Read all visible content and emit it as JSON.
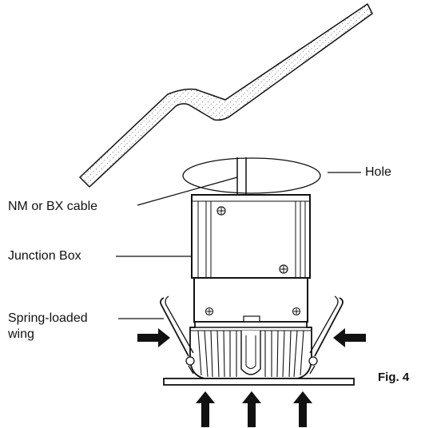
{
  "labels": {
    "hole": "Hole",
    "cable": "NM or BX cable",
    "junction_box": "Junction Box",
    "spring_wing_line1": "Spring-loaded",
    "spring_wing_line2": "wing",
    "figure": "Fig. 4"
  },
  "colors": {
    "ink": "#111111",
    "stipple": "#555555",
    "fill": "#ffffff"
  }
}
